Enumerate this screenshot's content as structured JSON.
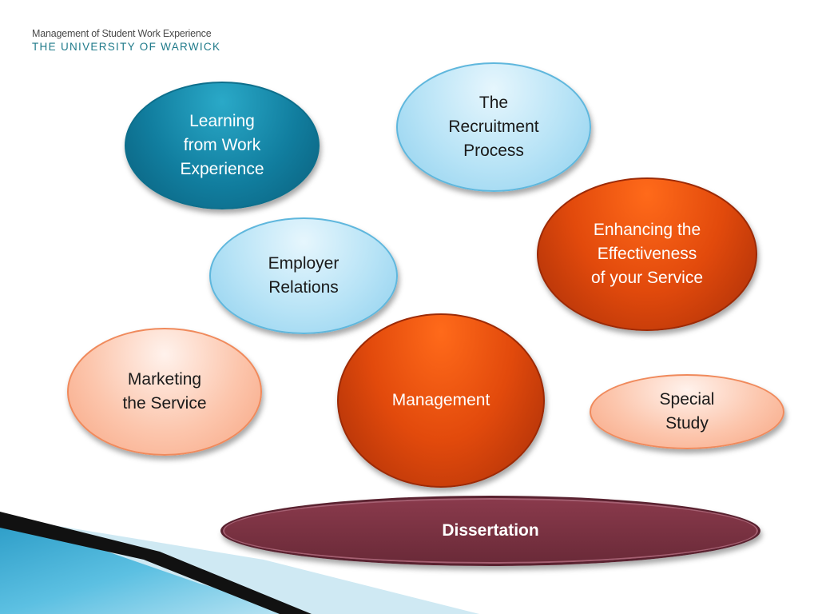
{
  "logo": {
    "line1": "Management of Student Work Experience",
    "line2": "THE UNIVERSITY OF WARWICK"
  },
  "nodes": {
    "learning": [
      "Learning",
      "from Work",
      "Experience"
    ],
    "recruitment": [
      "The",
      "Recruitment",
      "Process"
    ],
    "enhancing": [
      "Enhancing the",
      "Effectiveness",
      "of your Service"
    ],
    "employer": [
      "Employer",
      "Relations"
    ],
    "marketing": [
      "Marketing",
      "the Service"
    ],
    "management": [
      "Management"
    ],
    "special": [
      "Special",
      "Study"
    ],
    "dissertation": [
      "Dissertation"
    ]
  },
  "colors": {
    "teal": "#117e9f",
    "light_blue": "#b7e3f6",
    "orange": "#e24a0c",
    "peach": "#fcc6ad",
    "maroon": "#7a3242",
    "logo_teal": "#1f7a8a"
  }
}
